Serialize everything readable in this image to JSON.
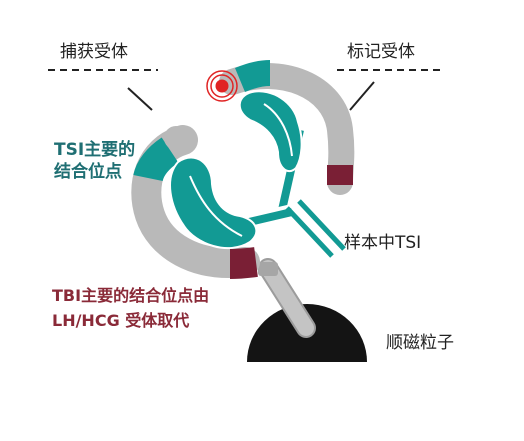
{
  "labels": {
    "capture_receptor": "捕获受体",
    "label_receptor": "标记受体",
    "tsi_binding_line1": "TSI主要的",
    "tsi_binding_line2": "结合位点",
    "sample_tsi": "样本中TSI",
    "tbi_line1": "TBI主要的结合位点由",
    "tbi_line2": "LH/HCG 受体取代",
    "magnetic_particle": "顺磁粒子"
  },
  "colors": {
    "teal": "#129a94",
    "teal_text": "#1f6f73",
    "gray": "#b9b9b9",
    "maroon": "#7a1f35",
    "red": "#e02424",
    "black": "#141414",
    "text": "#222222"
  },
  "icons": {
    "target": "concentric-circles-target-icon"
  }
}
